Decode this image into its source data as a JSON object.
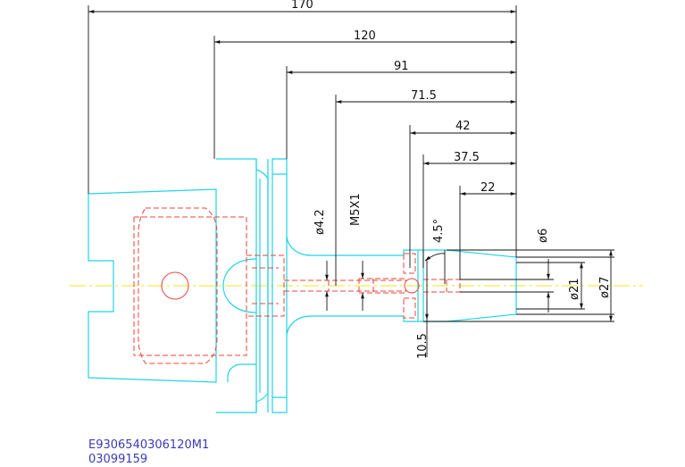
{
  "colors": {
    "outline": "#22d3e6",
    "hidden": "#e8453c",
    "centerline": "#f2e418",
    "dimension": "#111111",
    "part_text": "#3a3ab8"
  },
  "dimensions": {
    "len_170": "170",
    "len_120": "120",
    "len_91": "91",
    "len_71_5": "71.5",
    "len_42": "42",
    "len_37_5": "37.5",
    "len_22": "22",
    "len_10_5": "10.5",
    "dia_4_2": "ø4.2",
    "thread_m5x1": "M5X1",
    "angle_4_5": "4.5°",
    "dia_6": "ø6",
    "dia_21": "ø21",
    "dia_27": "ø27"
  },
  "part": {
    "code": "E9306540306120M1",
    "number": "03099159"
  }
}
